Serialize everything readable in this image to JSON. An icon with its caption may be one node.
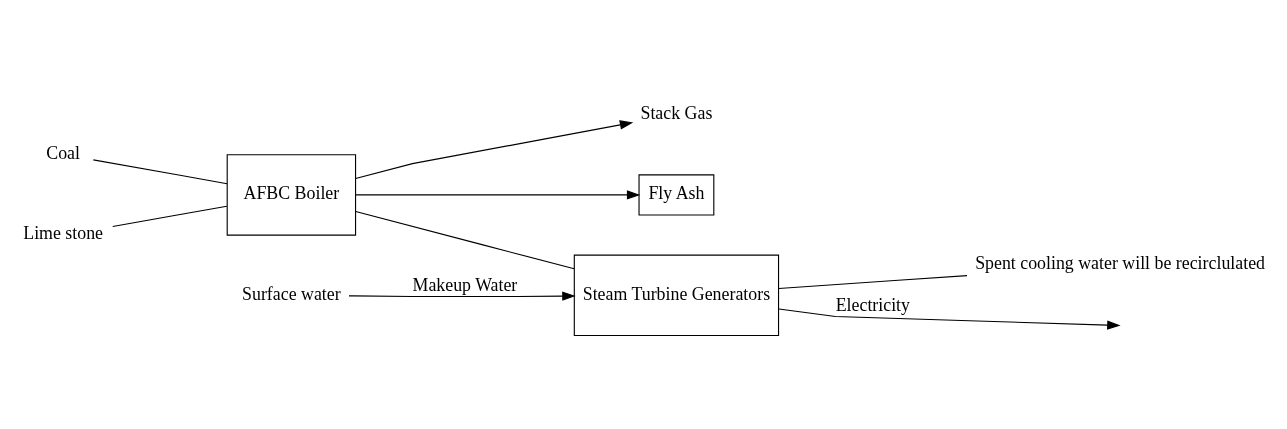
{
  "diagram": {
    "nodes": [
      {
        "text": [
          "Coal"
        ]
      },
      {
        "text": [
          "Lime stone"
        ]
      },
      {
        "text": [
          "Stack Gas"
        ]
      },
      {
        "text": [
          "AFBC Boiler"
        ]
      },
      {
        "text": [
          "Fly Ash"
        ]
      },
      {
        "text": [
          "Surface water"
        ]
      },
      {
        "text": [
          "Steam Turbine Generators"
        ]
      },
      {
        "text": [
          "Spent cooling water will be recirclulated"
        ]
      }
    ],
    "edges": [
      {
        "from": 0,
        "to": 3,
        "arrow": "none"
      },
      {
        "from": 1,
        "to": 3,
        "arrow": "none"
      },
      {
        "from": 3,
        "to": 2,
        "arrow": "to"
      },
      {
        "from": 3,
        "to": 4,
        "arrow": "to"
      },
      {
        "from": 3,
        "to": 6,
        "arrow": "none"
      },
      {
        "from": 5,
        "to": 6,
        "arrow": "to",
        "label": "Makeup Water"
      },
      {
        "from": 6,
        "to": null,
        "arrow": "to",
        "label": "Electricity"
      },
      {
        "from": 6,
        "to": 7,
        "arrow": "none"
      }
    ]
  }
}
